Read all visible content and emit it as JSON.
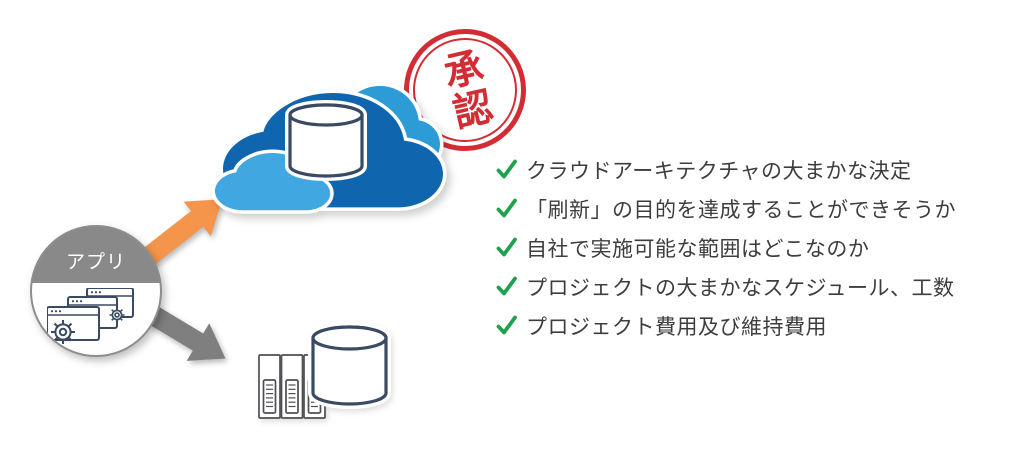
{
  "colors": {
    "cloud_dark": "#1066AE",
    "cloud_medium": "#2D9BD5",
    "cloud_light": "#41A7E1",
    "stamp_red": "#D02028",
    "arrow_orange": "#F5954B",
    "arrow_gray": "#7F7F7F",
    "circle_gray": "#898989",
    "outline_navy": "#3A4A62",
    "rack_gray": "#4E4F52",
    "check_green": "#1FA24E",
    "text": "#3D3D3D"
  },
  "app_node": {
    "label": "アプリ",
    "icon": "app-windows-gear-icon"
  },
  "cloud_node": {
    "icon": "cloud-database-icon"
  },
  "onprem_node": {
    "icon": "server-database-icon"
  },
  "stamp": {
    "text": "承認",
    "icon": "approval-stamp-icon"
  },
  "arrows": {
    "to_cloud": "arrow-up-right-orange",
    "to_onprem": "arrow-down-right-gray"
  },
  "checklist": {
    "bullet_icon": "check-icon",
    "items": [
      "クラウドアーキテクチャの大まかな決定",
      "「刷新」の目的を達成することができそうか",
      "自社で実施可能な範囲はどこなのか",
      "プロジェクトの大まかなスケジュール、工数",
      "プロジェクト費用及び維持費用"
    ]
  }
}
